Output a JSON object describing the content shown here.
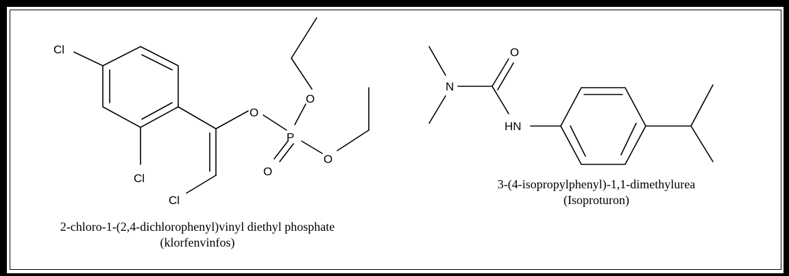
{
  "molecules": [
    {
      "atoms": {
        "cl_a": "Cl",
        "cl_b": "Cl",
        "cl_c": "Cl",
        "o_vinyl": "O",
        "o_ethyl_a": "O",
        "o_ethyl_b": "O",
        "o_double": "O",
        "p": "P"
      },
      "caption_line1": "2-chloro-1-(2,4-dichlorophenyl)vinyl diethyl phosphate",
      "caption_line2": "(klorfenvinfos)"
    },
    {
      "atoms": {
        "n": "N",
        "o": "O",
        "hn": "HN"
      },
      "caption_line1": "3-(4-isopropylphenyl)-1,1-dimethylurea",
      "caption_line2": "(Isoproturon)"
    }
  ]
}
